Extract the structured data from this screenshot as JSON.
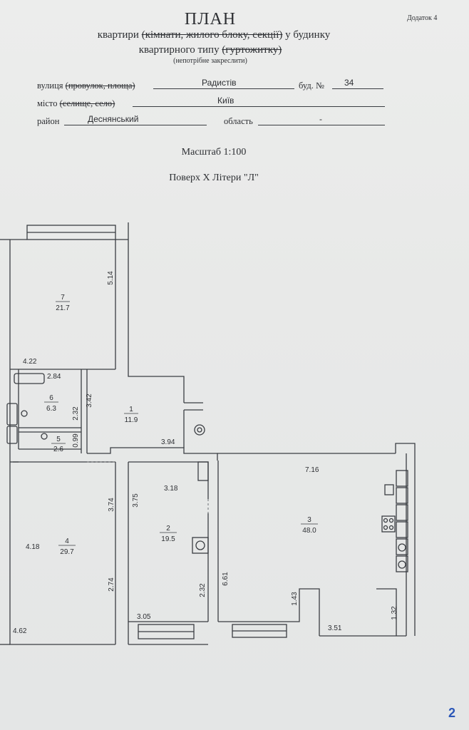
{
  "header": {
    "title": "ПЛАН",
    "appendix": "Додаток 4",
    "sub1_a": "квартири",
    "sub1_b": "(кімнати, жилого блоку, секції)",
    "sub1_c": "у будинку",
    "sub2_a": "квартирного типу",
    "sub2_b": "(гуртожитку)",
    "note": "(непотрібне закреслити)"
  },
  "address": {
    "street_label": "вулиця",
    "street_strike": "(провулок, площа)",
    "street_value": "Радистів",
    "building_label": "буд. №",
    "building_value": "34",
    "city_label": "місто",
    "city_strike": "(селище, село)",
    "city_value": "Київ",
    "district_label": "район",
    "district_value": "Деснянський",
    "region_label": "область",
    "region_value": "-"
  },
  "scale": "Масштаб 1:100",
  "floor": "Поверх X Літери \"Л\"",
  "rooms": [
    {
      "num": "7",
      "area": "21.7"
    },
    {
      "num": "6",
      "area": "6.3"
    },
    {
      "num": "5",
      "area": "2.6"
    },
    {
      "num": "1",
      "area": "11.9"
    },
    {
      "num": "4",
      "area": "29.7"
    },
    {
      "num": "2",
      "area": "19.5"
    },
    {
      "num": "3",
      "area": "48.0"
    }
  ],
  "dims": [
    "5.14",
    "4.22",
    "2.84",
    "3.42",
    "2.32",
    "0.99",
    "3.94",
    "7.16",
    "3.18",
    "3.74",
    "3.75",
    "4.18",
    "2.74",
    "2.32",
    "6.61",
    "1.43",
    "3.05",
    "4.62",
    "3.51",
    "1.32"
  ],
  "page_number": "2"
}
